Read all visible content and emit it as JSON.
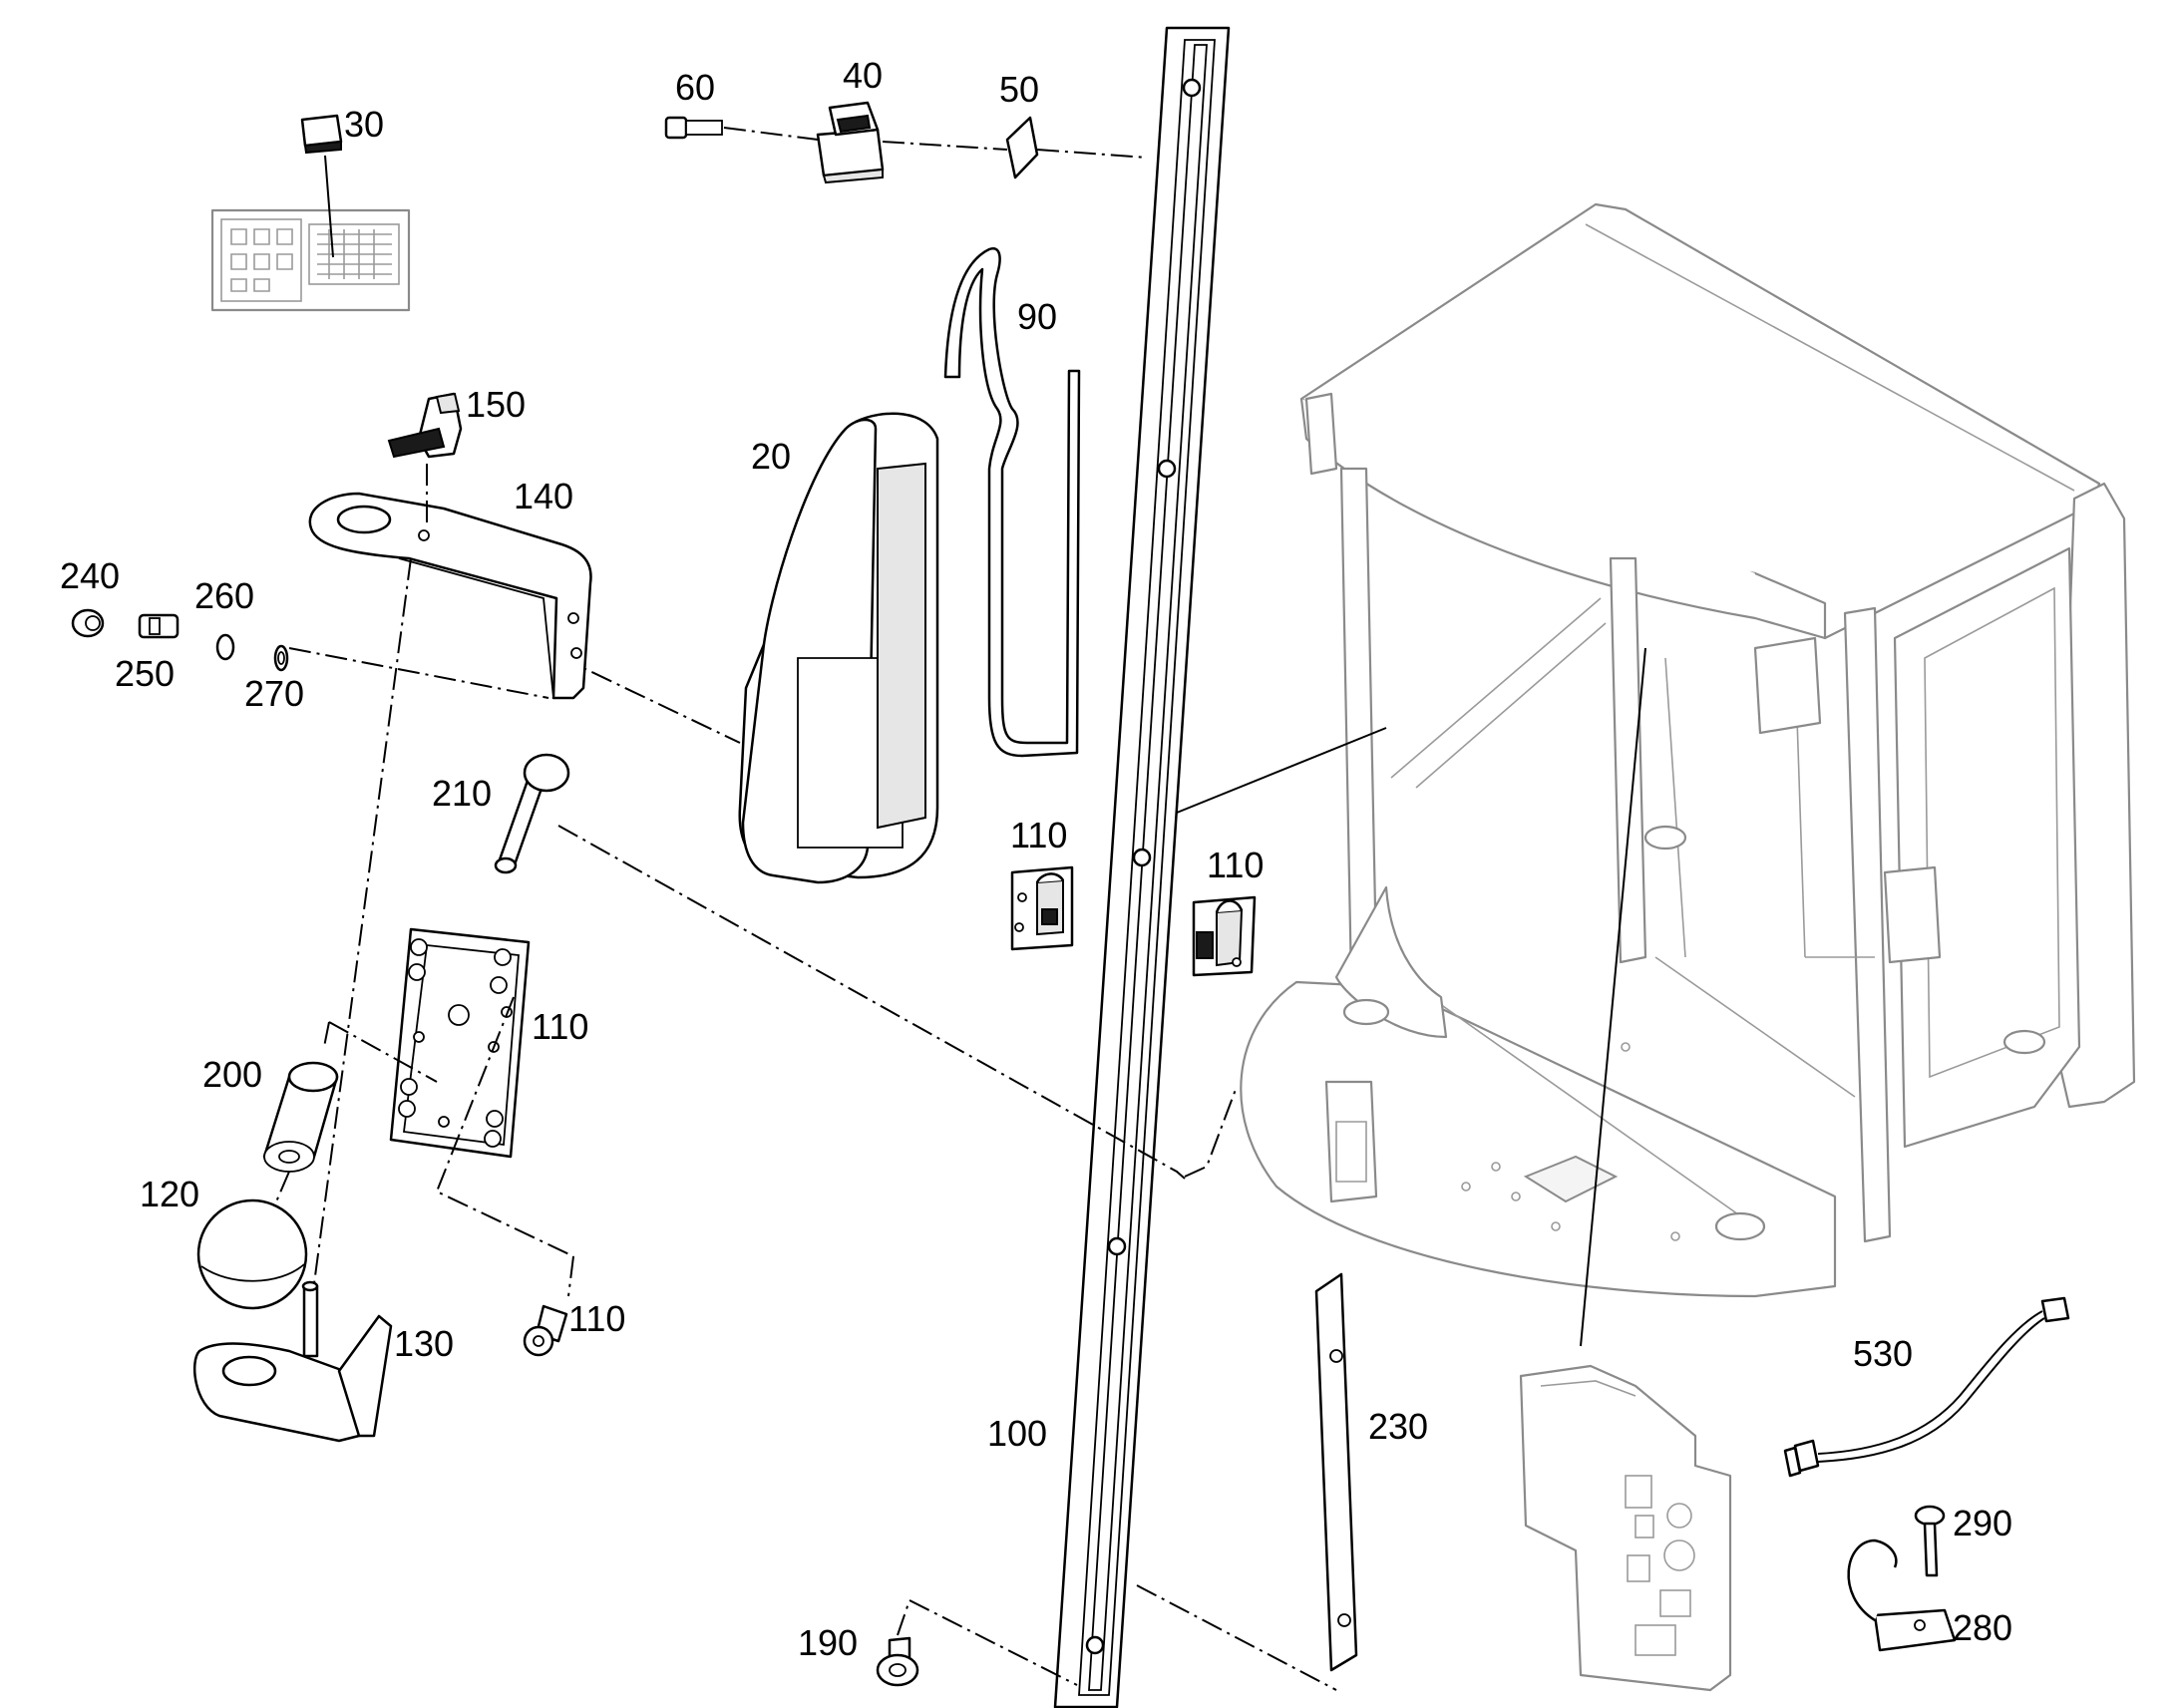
{
  "callouts": {
    "c20": "20",
    "c30": "30",
    "c40": "40",
    "c50": "50",
    "c60": "60",
    "c90": "90",
    "c100": "100",
    "c110a": "110",
    "c110b": "110",
    "c110c": "110",
    "c110d": "110",
    "c120": "120",
    "c130": "130",
    "c140": "140",
    "c150": "150",
    "c190": "190",
    "c200": "200",
    "c210": "210",
    "c230": "230",
    "c240": "240",
    "c250": "250",
    "c260": "260",
    "c270": "270",
    "c280": "280",
    "c290": "290",
    "c530": "530"
  }
}
